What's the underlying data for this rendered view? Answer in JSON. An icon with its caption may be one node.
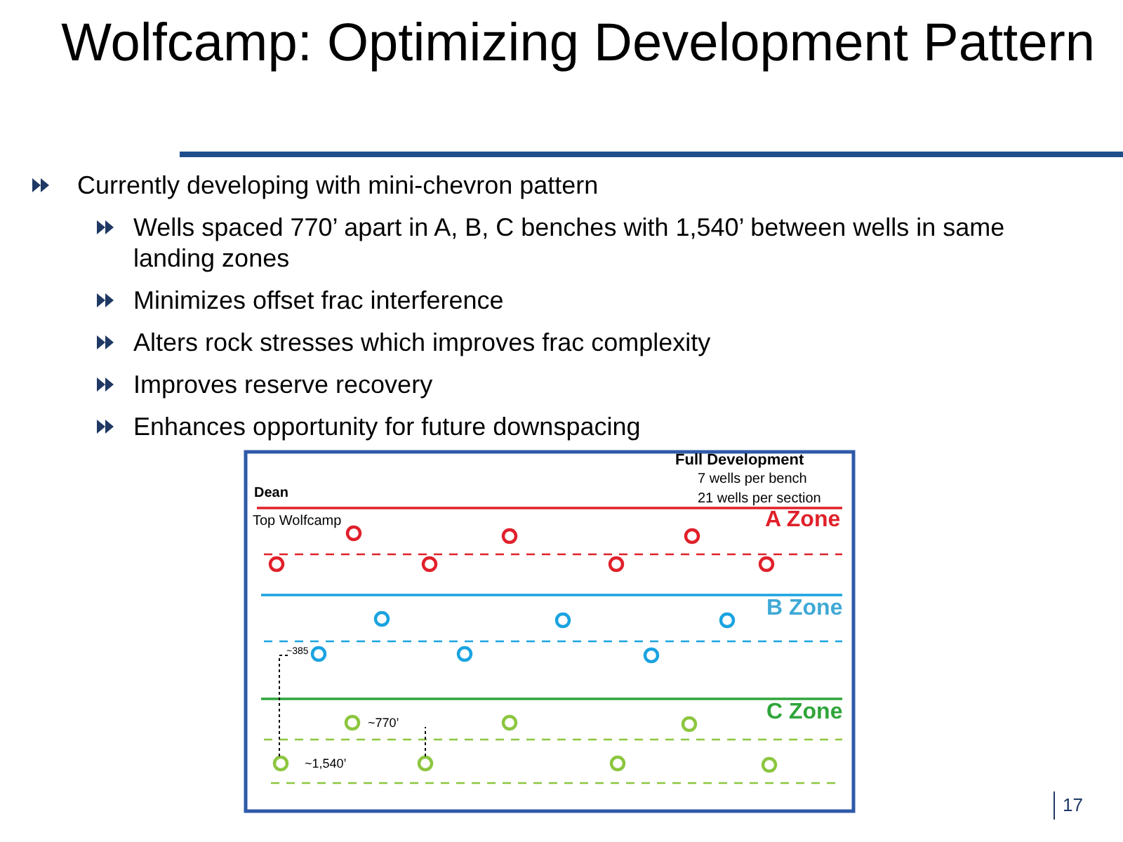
{
  "diagram": {
    "title": "Wolfcamp: Optimizing Development Pattern",
    "labels": [
      "Currently developing with mini-chevron pattern",
      "Wells spaced 770’ apart in A, B, C benches with 1,540’ between wells in same landing zones",
      "Minimizes offset frac interference",
      "Alters rock stresses which improves frac complexity",
      "Improves reserve recovery",
      "Enhances opportunity for future downspacing",
      "Full Development",
      "7 wells per bench",
      "21 wells per section",
      "Dean",
      "Top Wolfcamp",
      "A Zone",
      "B Zone",
      "~385",
      "C Zone",
      "~770’",
      "~1,540’",
      "17"
    ]
  }
}
